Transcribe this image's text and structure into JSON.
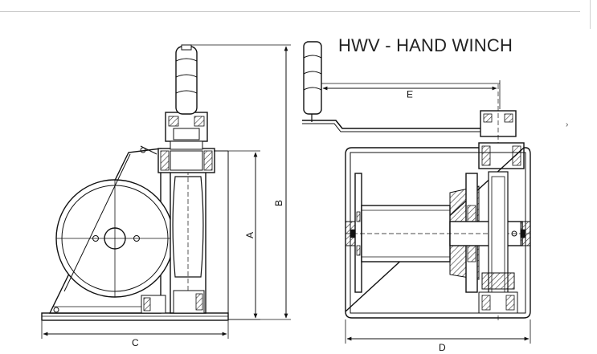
{
  "title": "HWV - HAND WINCH",
  "dimensions": {
    "a": "A",
    "b": "B",
    "c": "C",
    "d": "D",
    "e": "E"
  },
  "colors": {
    "line": "#111111",
    "hatch": "#333333",
    "rule": "#c8c8c8"
  }
}
